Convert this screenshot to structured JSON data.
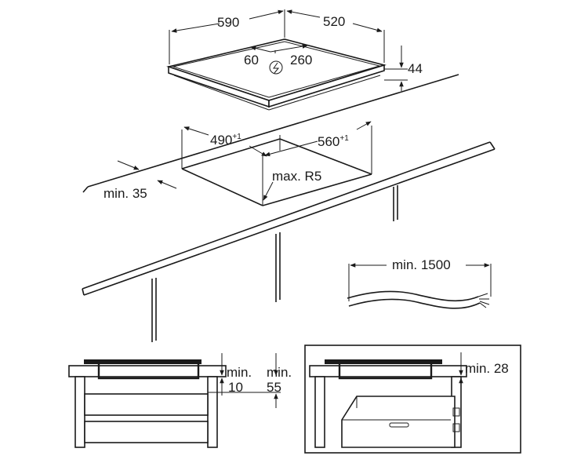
{
  "hob": {
    "width": "590",
    "depth": "520",
    "offset_left": "60",
    "offset_right": "260",
    "height": "44"
  },
  "cutout": {
    "width": "490",
    "width_tol": "+1",
    "depth": "560",
    "depth_tol": "+1",
    "radius": "max. R5",
    "front_margin": "min. 35"
  },
  "cable": {
    "length": "min. 1500"
  },
  "detail_left": {
    "gap1_a": "min.",
    "gap1_b": "10",
    "gap2_a": "min.",
    "gap2_b": "55"
  },
  "detail_right": {
    "gap": "min. 28"
  },
  "icons": [
    "electrical-symbol-icon"
  ]
}
